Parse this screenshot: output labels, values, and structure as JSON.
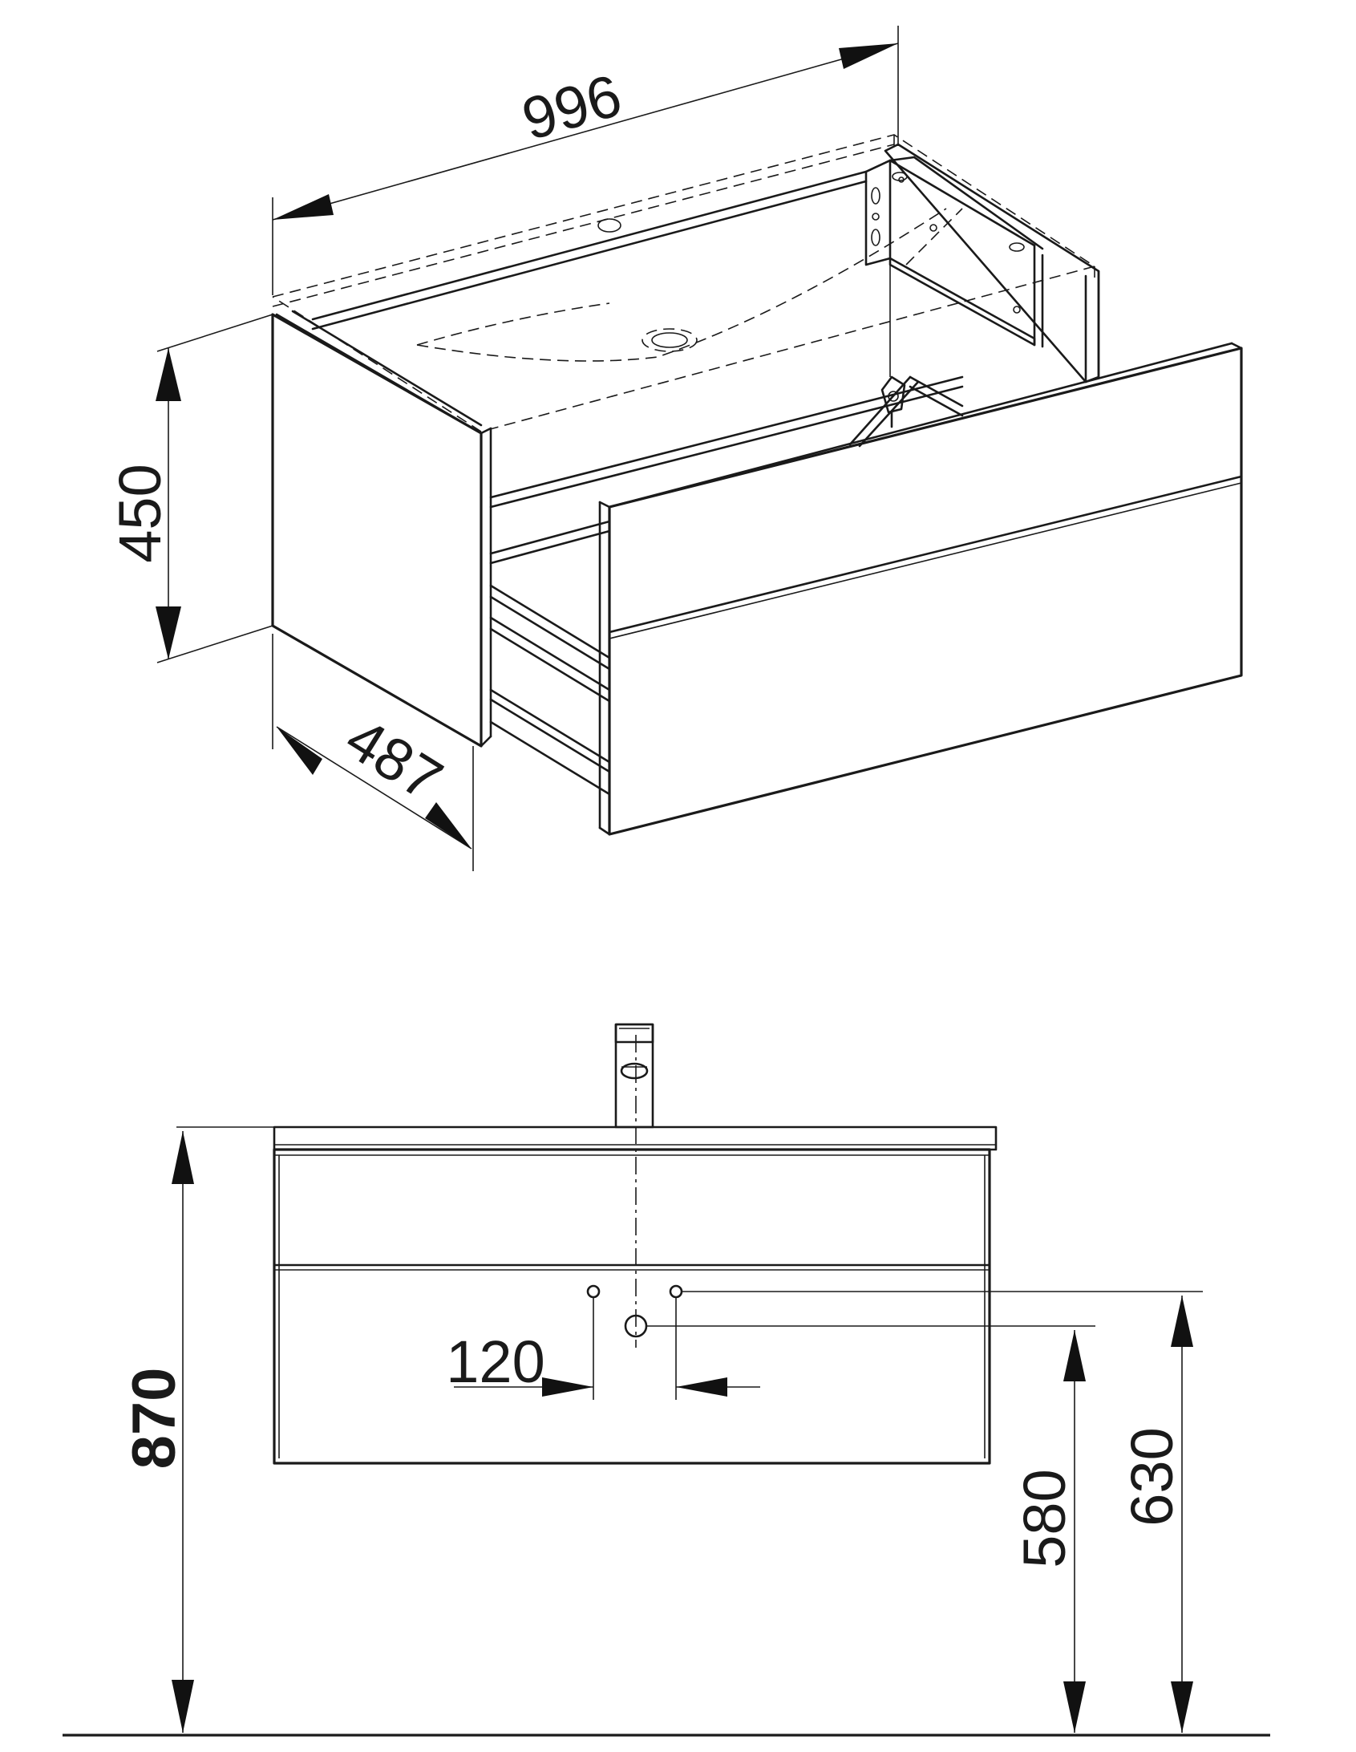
{
  "dimensions": {
    "width": "996",
    "height": "450",
    "depth": "487",
    "total_height": "870",
    "hole_spacing": "120",
    "drain_height": "580",
    "tap_hole_height": "630"
  },
  "colors": {
    "line": "#1a1a1a",
    "background": "#ffffff"
  }
}
